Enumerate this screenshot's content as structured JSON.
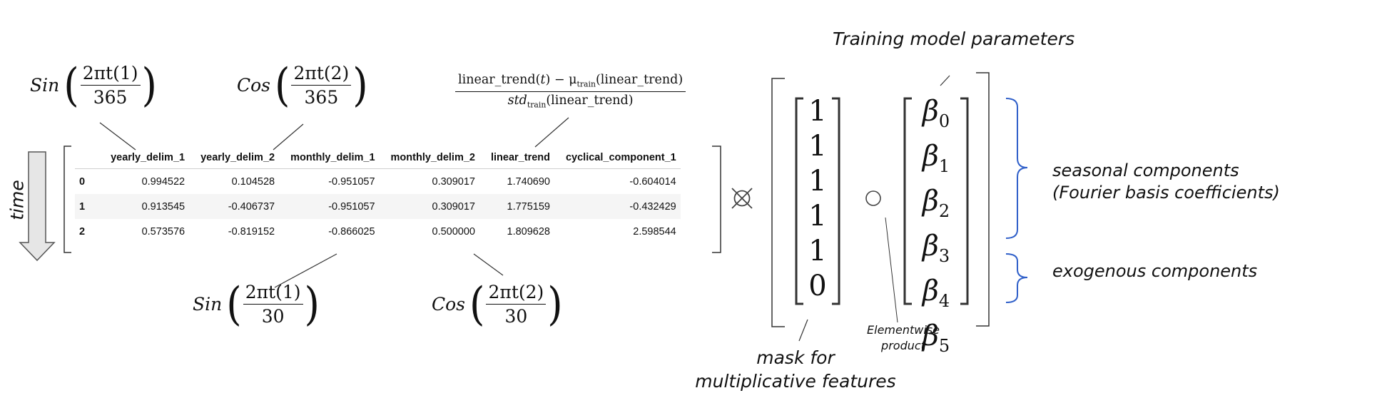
{
  "title_params": "Training model parameters",
  "labels": {
    "time": "time",
    "seasonal_line1": "seasonal components",
    "seasonal_line2": "(Fourier basis coefficients)",
    "exogenous": "exogenous components",
    "mask_line1": "mask for",
    "mask_line2": "multiplicative features",
    "elementwise_line1": "Elementwise",
    "elementwise_line2": "product"
  },
  "formulas": {
    "yearly_sin": {
      "fn": "Sin",
      "num": "2πt(1)",
      "den": "365"
    },
    "yearly_cos": {
      "fn": "Cos",
      "num": "2πt(2)",
      "den": "365"
    },
    "monthly_sin": {
      "fn": "Sin",
      "num": "2πt(1)",
      "den": "30"
    },
    "monthly_cos": {
      "fn": "Cos",
      "num": "2πt(2)",
      "den": "30"
    },
    "linear_norm": {
      "num_a": "linear_trend(",
      "num_t": "t",
      "num_b": ") − μ",
      "num_sub": "train",
      "num_c": "(linear_trend)",
      "den_a": "std",
      "den_sub": "train",
      "den_c": "(linear_trend)"
    }
  },
  "table": {
    "columns": [
      "",
      "yearly_delim_1",
      "yearly_delim_2",
      "monthly_delim_1",
      "monthly_delim_2",
      "linear_trend",
      "cyclical_component_1"
    ],
    "rows": [
      [
        "0",
        "0.994522",
        "0.104528",
        "-0.951057",
        "0.309017",
        "1.740690",
        "-0.604014"
      ],
      [
        "1",
        "0.913545",
        "-0.406737",
        "-0.951057",
        "0.309017",
        "1.775159",
        "-0.432429"
      ],
      [
        "2",
        "0.573576",
        "-0.819152",
        "-0.866025",
        "0.500000",
        "1.809628",
        "2.598544"
      ]
    ]
  },
  "mask_vector": [
    "1",
    "1",
    "1",
    "1",
    "1",
    "0"
  ],
  "beta_vector": [
    {
      "sym": "β",
      "sub": "0"
    },
    {
      "sym": "β",
      "sub": "1"
    },
    {
      "sym": "β",
      "sub": "2"
    },
    {
      "sym": "β",
      "sub": "3"
    },
    {
      "sym": "β",
      "sub": "4"
    },
    {
      "sym": "β",
      "sub": "5"
    }
  ],
  "colors": {
    "brace": "#2f5fc9",
    "line": "#333333",
    "arrow_fill": "#e6e6e6",
    "arrow_stroke": "#555555"
  },
  "icons": {
    "times": "circled-times-icon",
    "hadamard": "hadamard-circle-icon"
  }
}
